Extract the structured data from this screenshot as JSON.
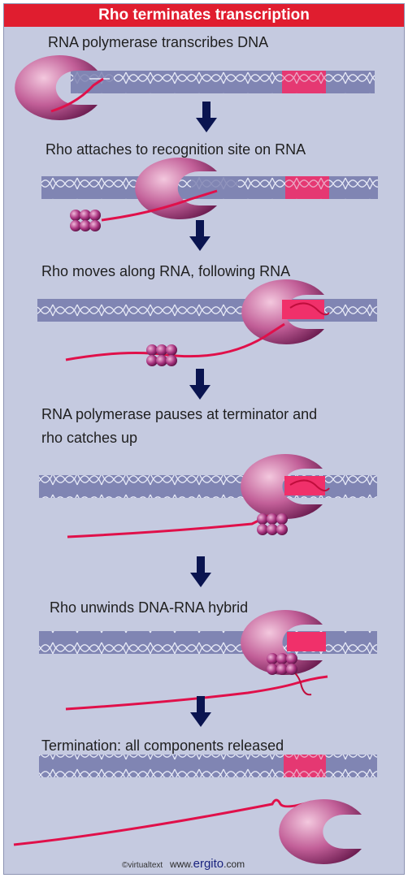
{
  "title": "Rho terminates transcription",
  "steps": [
    {
      "label": "RNA polymerase transcribes DNA"
    },
    {
      "label": "Rho attaches to recognition site on RNA"
    },
    {
      "label": "Rho moves along RNA, following RNA"
    },
    {
      "label": "RNA polymerase pauses at terminator and"
    },
    {
      "label": "rho catches up"
    },
    {
      "label": "Rho unwinds DNA-RNA hybrid"
    },
    {
      "label": "Termination: all components released"
    }
  ],
  "footer": {
    "copyright": "©virtualtext",
    "url_prefix": "www.",
    "url_brand": "ergito",
    "url_suffix": ".com"
  },
  "colors": {
    "background": "#c5cae0",
    "title_bar": "#e01d2f",
    "dna": "#8085b3",
    "terminator": "#f0306a",
    "rna": "#e0104a",
    "polymerase": "#b54d8a",
    "rho": "#9c2a7a",
    "arrow": "#0a1450"
  }
}
